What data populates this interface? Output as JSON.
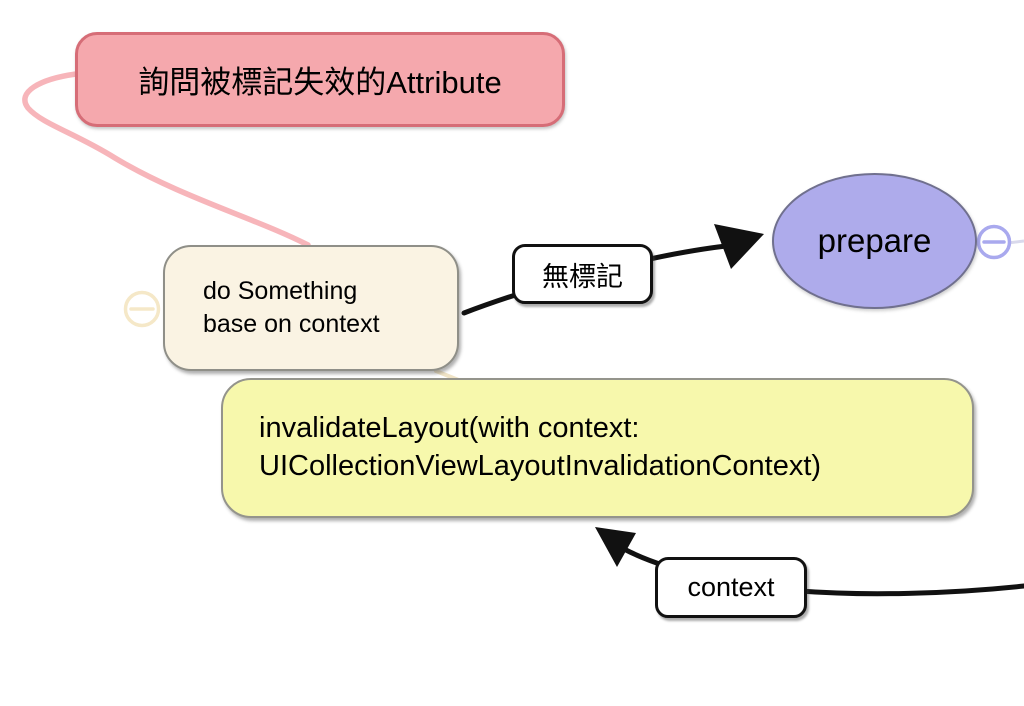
{
  "canvas": {
    "background": "#FFFFFF",
    "type": "mind-map-diagram"
  },
  "nodes": {
    "ask_attribute": {
      "label": "詢問被標記失效的Attribute",
      "fill": "#F5A8AD",
      "border_color": "#D66D77",
      "shape": "rounded-rect"
    },
    "do_something": {
      "label": "do Something\nbase on context",
      "fill": "#FAF3E3",
      "border_color": "#8F8F88",
      "shape": "rounded-rect"
    },
    "invalidate_layout": {
      "label": "invalidateLayout(with context:\nUICollectionViewLayoutInvalidationContext)",
      "fill": "#F7F8AC",
      "border_color": "#94948C",
      "shape": "rounded-rect"
    },
    "prepare": {
      "label": "prepare",
      "fill": "#AEABEB",
      "border_color": "#70708E",
      "shape": "ellipse"
    }
  },
  "edges": {
    "no_mark_label": "無標記",
    "context_label": "context",
    "pink_branch_color": "#F7B5BA",
    "black_edge_color": "#111111",
    "faint_cream_connector_color": "#EFE3C6",
    "faint_lavender_line_color": "#D9D9EC"
  },
  "icons": {
    "collapse_do_something": "minus-circle",
    "collapse_prepare": "minus-circle"
  }
}
